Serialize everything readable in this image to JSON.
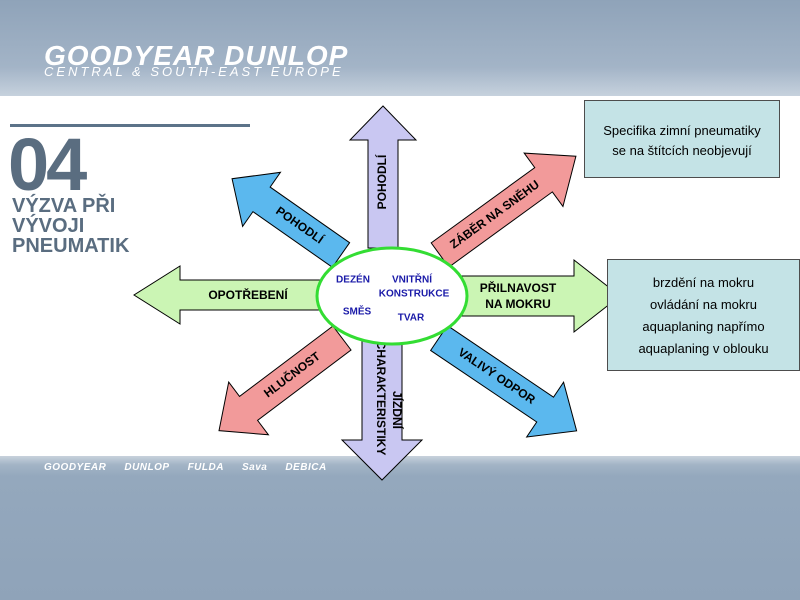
{
  "header": {
    "brand_title": "GOODYEAR DUNLOP",
    "brand_subtitle": "CENTRAL & SOUTH-EAST EUROPE"
  },
  "section": {
    "number": "04",
    "title_lines": [
      "VÝZVA PŘI",
      "VÝVOJI",
      "PNEUMATIK"
    ]
  },
  "hub": {
    "labels": [
      "DEZÉN",
      "VNITŘNÍ",
      "KONSTRUKCE",
      "SMĚS",
      "TVAR"
    ]
  },
  "arrows": {
    "up": "POHODLÍ",
    "upper_left": "POHODLÍ",
    "upper_right": "ZÁBĚR NA SNĚHU",
    "left": "OPOTŘEBENÍ",
    "right_line1": "PŘILNAVOST",
    "right_line2": "NA MOKRU",
    "lower_left": "HLUČNOST",
    "lower_right": "VALIVÝ ODPOR",
    "down_line1": "JÍZDNÍ",
    "down_line2": "CHARAKTERISTIKY"
  },
  "info_boxes": {
    "top": [
      "Specifika zimní pneumatiky",
      "se na štítcích neobjevují"
    ],
    "middle": [
      "brzdění na mokru",
      "ovládání na mokru",
      "aquaplaning napřímo",
      "aquaplaning v oblouku"
    ]
  },
  "footer": {
    "logos": [
      "GOODYEAR",
      "DUNLOP",
      "FULDA",
      "Sava",
      "DEBICA"
    ]
  },
  "colors": {
    "arrow_blue": "#5bb8ee",
    "arrow_lavender": "#c9c7f2",
    "arrow_pink": "#f29a9a",
    "arrow_green": "#cbf5b4",
    "hub_ring": "#33dd33",
    "hub_text": "#1a1aa8",
    "box_fill": "#c4e3e6",
    "band": "#8fa3b9"
  }
}
